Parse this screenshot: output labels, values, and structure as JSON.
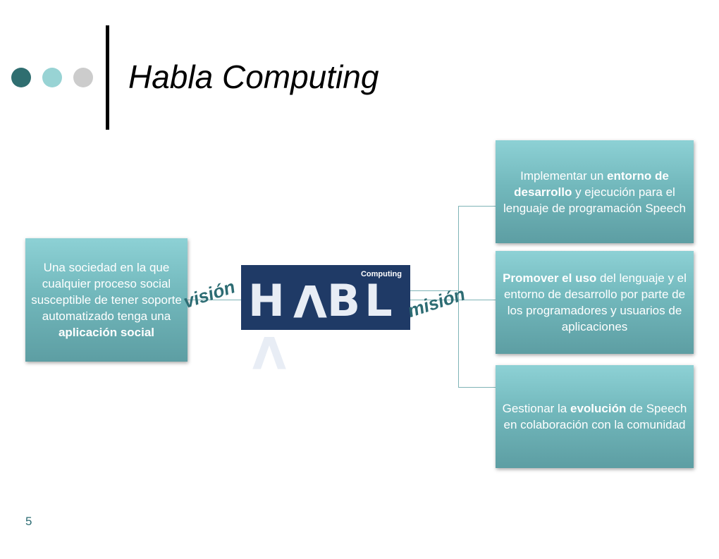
{
  "slide": {
    "title": "Habla Computing",
    "page_number": "5"
  },
  "decor": {
    "dots": [
      "#2f6e70",
      "#98d3d4",
      "#cccccc"
    ]
  },
  "logo": {
    "word": "HABLA",
    "subtitle": "Computing"
  },
  "labels": {
    "vision": "visión",
    "mision": "misión"
  },
  "vision_box": {
    "p1": "Una sociedad en la que cualquier proceso social susceptible de tener soporte automatizado tenga una ",
    "b1": "aplicación social"
  },
  "mision_boxes": [
    {
      "p1": "Implementar un ",
      "b1": "entorno de desarrollo",
      "p2": " y ejecución para el lenguaje de programación Speech"
    },
    {
      "b1": "Promover el uso",
      "p1": " del lenguaje y el entorno de desarrollo por parte de los programadores y usuarios de aplicaciones"
    },
    {
      "p1": "Gestionar la ",
      "b1": "evolución",
      "p2": " de Speech en colaboración con la comunidad"
    }
  ],
  "colors": {
    "box_gradient_top": "#8dd1d5",
    "box_gradient_bottom": "#5d9ea3",
    "logo_bg": "#1f3a66",
    "label_color": "#2d6c73"
  }
}
